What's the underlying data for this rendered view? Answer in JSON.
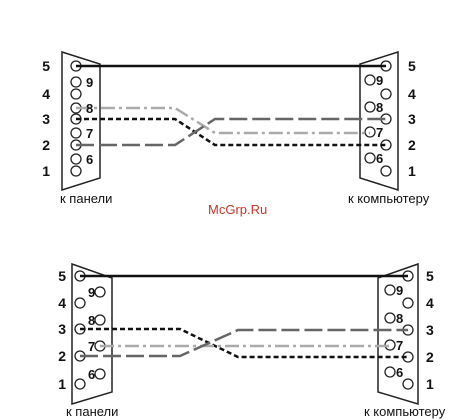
{
  "watermark": "McGrp.Ru",
  "diagrams": [
    {
      "left_label": "к панели",
      "right_label": "к компьютеру",
      "left_outer": [
        "5",
        "4",
        "3",
        "2",
        "1"
      ],
      "left_inner": [
        "9",
        "8",
        "7",
        "6"
      ],
      "right_outer": [
        "5",
        "4",
        "3",
        "2",
        "1"
      ],
      "right_inner": [
        "9",
        "8",
        "7",
        "6"
      ]
    },
    {
      "left_label": "к панели",
      "right_label": "к компьютеру",
      "left_outer": [
        "5",
        "4",
        "3",
        "2",
        "1"
      ],
      "left_inner": [
        "9",
        "8",
        "7",
        "6"
      ],
      "right_outer": [
        "5",
        "4",
        "3",
        "2",
        "1"
      ],
      "right_inner": [
        "9",
        "8",
        "7",
        "6"
      ]
    }
  ]
}
